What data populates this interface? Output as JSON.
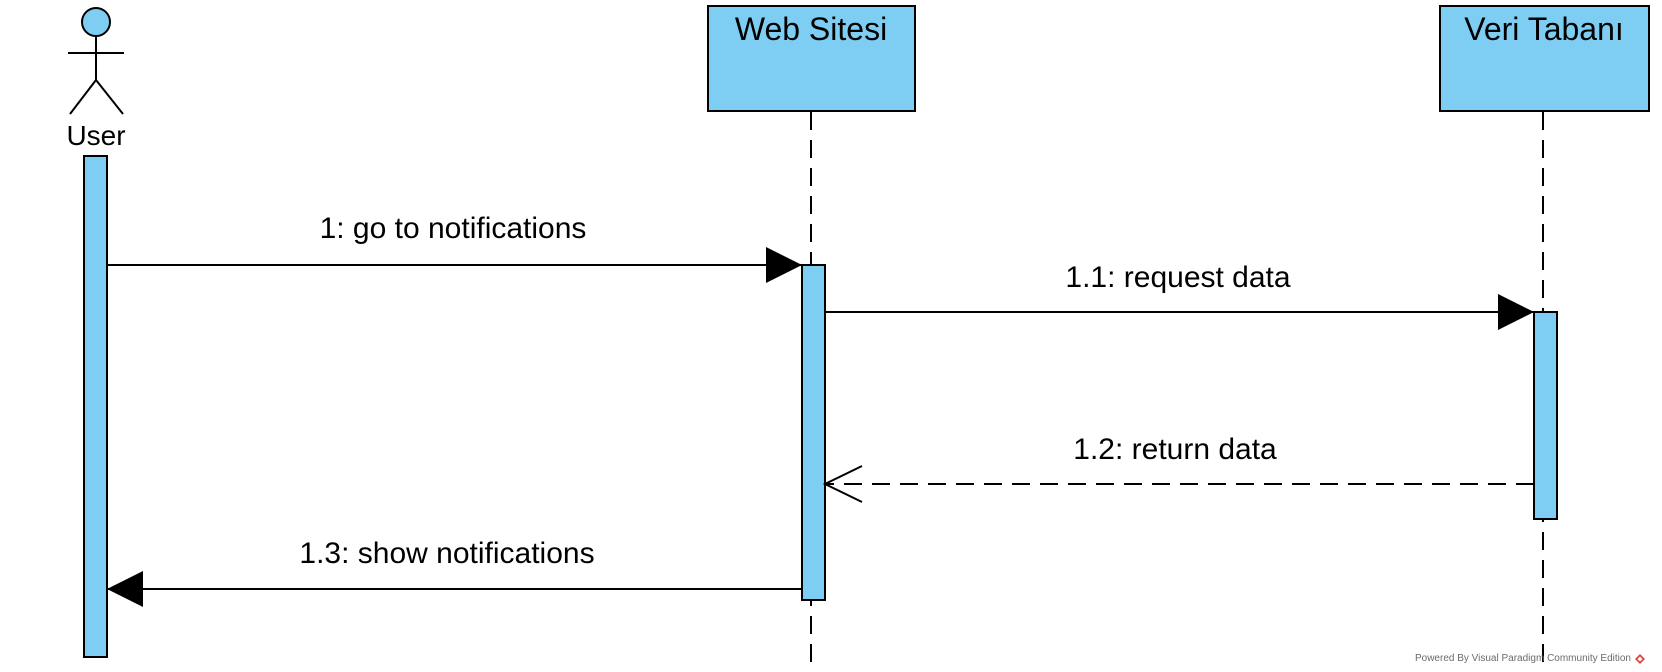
{
  "diagram": {
    "type": "uml-sequence",
    "actor": {
      "name": "User"
    },
    "lifelines": [
      {
        "name": "Web Sitesi"
      },
      {
        "name": "Veri Tabanı"
      }
    ],
    "messages": [
      {
        "label": "1: go to notifications",
        "from": "User",
        "to": "Web Sitesi",
        "kind": "synchronous"
      },
      {
        "label": "1.1: request data",
        "from": "Web Sitesi",
        "to": "Veri Tabanı",
        "kind": "synchronous"
      },
      {
        "label": "1.2: return data",
        "from": "Veri Tabanı",
        "to": "Web Sitesi",
        "kind": "reply"
      },
      {
        "label": "1.3: show notifications",
        "from": "Web Sitesi",
        "to": "User",
        "kind": "synchronous"
      }
    ]
  },
  "colors": {
    "fill": "#7ecef4",
    "stroke": "#000000",
    "background": "#ffffff"
  },
  "footer": {
    "watermark": "Powered By Visual Paradigm Community Edition"
  }
}
